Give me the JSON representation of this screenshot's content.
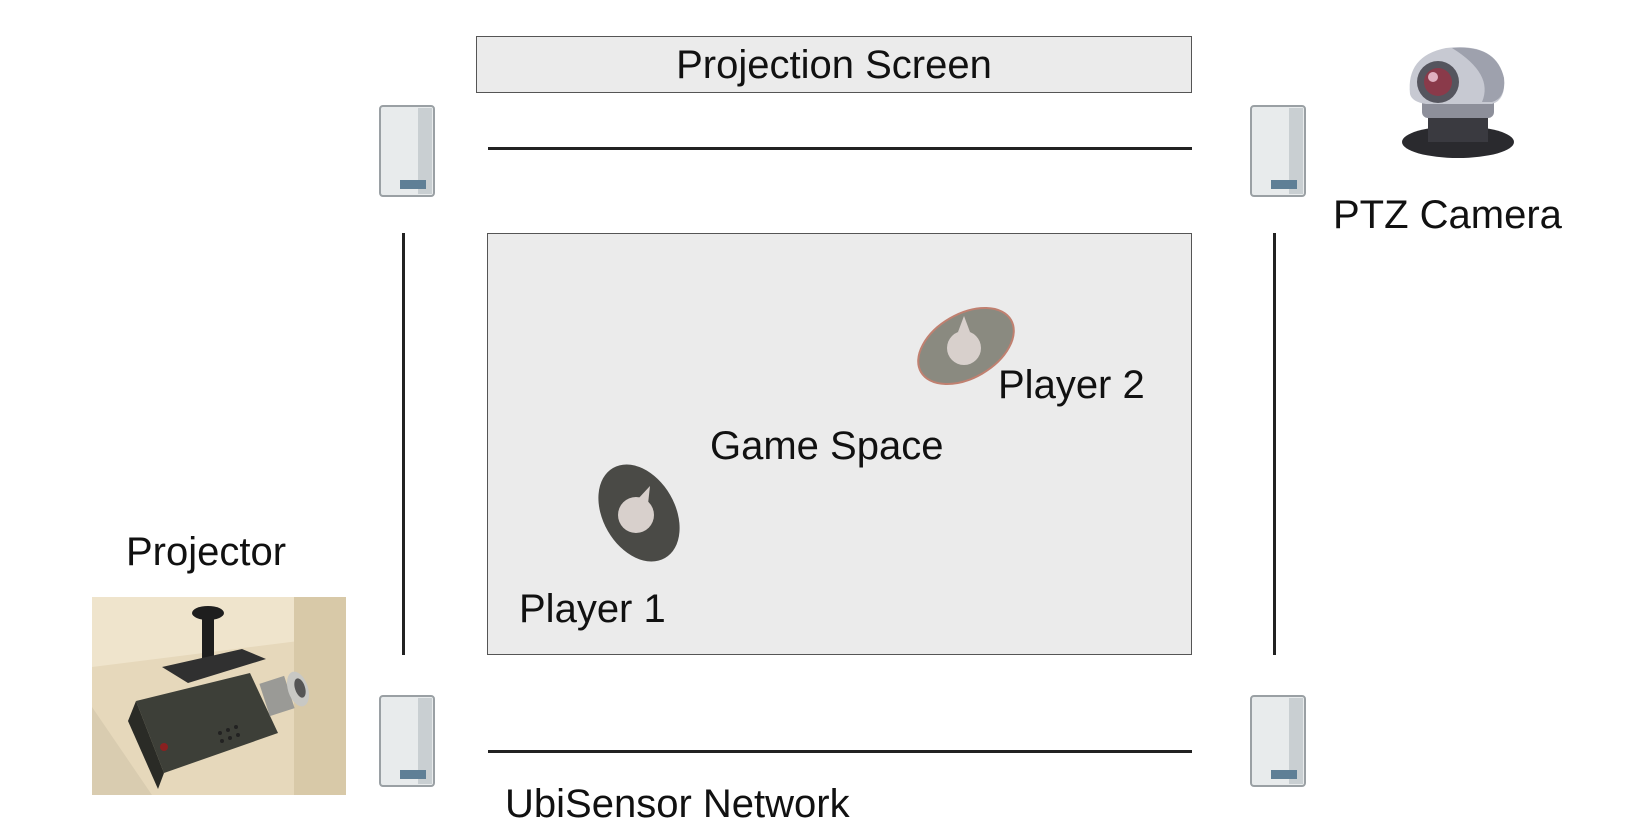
{
  "labels": {
    "projection_screen": "Projection Screen",
    "ptz_camera": "PTZ Camera",
    "game_space": "Game Space",
    "player_1": "Player 1",
    "player_2": "Player 2",
    "projector": "Projector",
    "sensor_network": "UbiSensor Network"
  },
  "colors": {
    "panel_fill": "#ebebeb",
    "player_1": "#4a4a46",
    "player_2": "#8a8a80",
    "player_head": "#d8d0cc",
    "player_2_outline": "#c08070",
    "wall_line": "#222222"
  },
  "icons": {
    "sensors": [
      "sensor-top-left",
      "sensor-top-right",
      "sensor-bottom-left",
      "sensor-bottom-right"
    ],
    "camera": "ptz-camera-icon",
    "projector": "projector-photo"
  }
}
